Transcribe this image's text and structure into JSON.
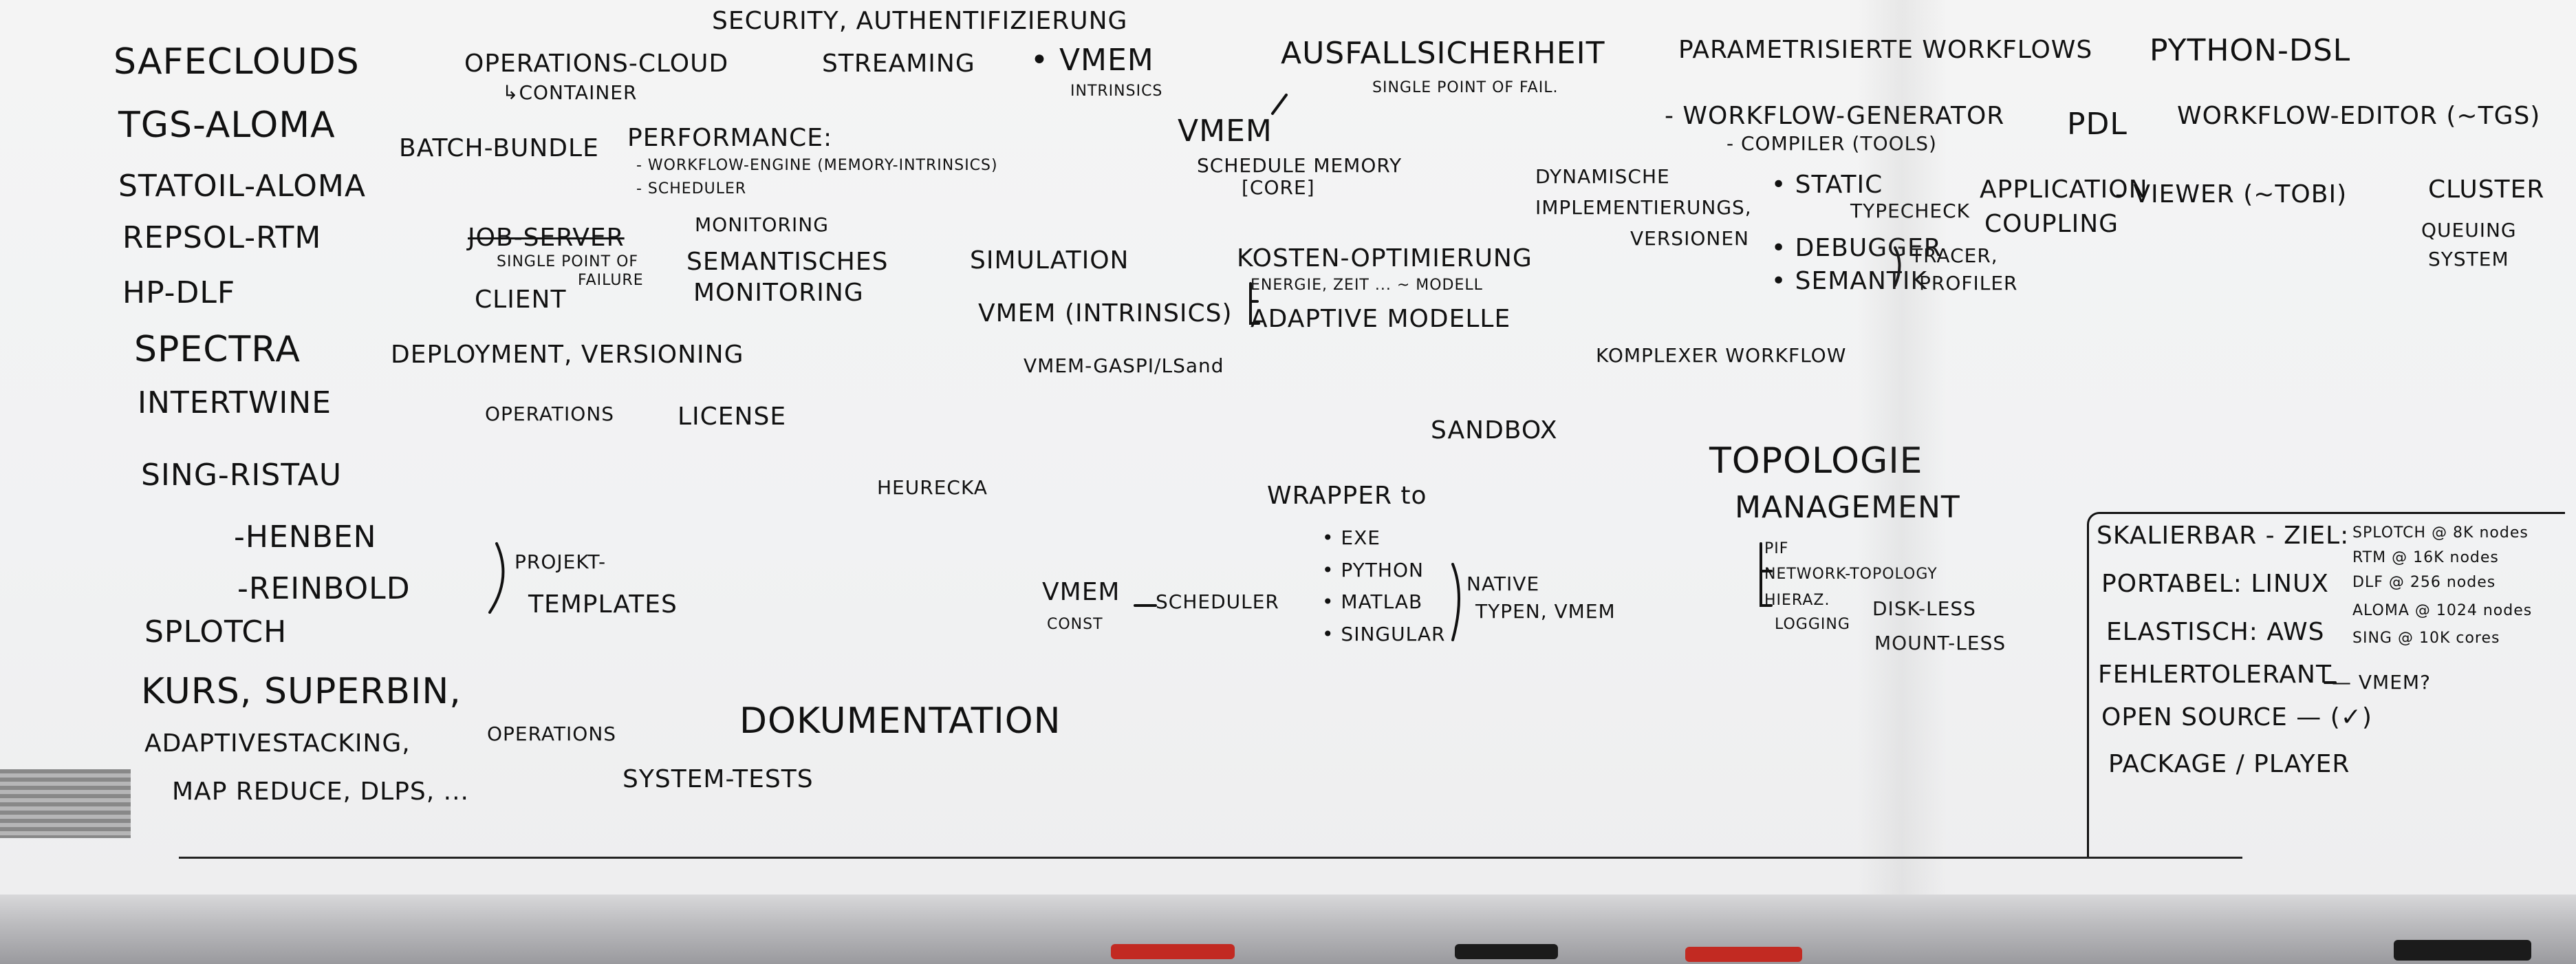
{
  "board": {
    "left_column": {
      "safeclouds": "SAFECLOUDS",
      "tgs_aloma": "TGS-ALOMA",
      "statoil_aloma": "STATOIL-ALOMA",
      "repsol_rtm": "REPSOL-RTM",
      "hp_dlf": "HP-DLF",
      "spectra": "SPECTRA",
      "intertwine": "INTERTWINE",
      "sing_ristau": "SING-RISTAU",
      "henben": "-HENBEN",
      "reinbold": "-REINBOLD",
      "splotch": "SPLOTCH",
      "kurs": "KURS, SUPERBIN,",
      "adaptive": "ADAPTIVESTACKING,",
      "mapreduce": "MAP REDUCE, DLPS, ..."
    },
    "col2": {
      "ops_cloud": "OPERATIONS-CLOUD",
      "container": "↳CONTAINER",
      "batch": "BATCH-BUNDLE",
      "job_server": "JOB-SERVER",
      "single_point": "SINGLE POINT OF",
      "failure": "FAILURE",
      "client": "CLIENT",
      "deployment": "DEPLOYMENT, VERSIONING",
      "operations1": "OPERATIONS",
      "license": "LICENSE",
      "projekt": "PROJEKT-",
      "templates": "TEMPLATES",
      "operations2": "OPERATIONS",
      "system_tests": "SYSTEM-TESTS"
    },
    "col3": {
      "security": "SECURITY, AUTHENTIFIZIERUNG",
      "streaming": "STREAMING",
      "performance": "PERFORMANCE:",
      "workflow_engine": "- WORKFLOW-ENGINE (MEMORY-INTRINSICS)",
      "scheduler": "- SCHEDULER",
      "monitoring": "MONITORING",
      "semantisches": "SEMANTISCHES",
      "monitoring2": "MONITORING",
      "heurekka": "HEURECKA",
      "dokumentation": "DOKUMENTATION"
    },
    "col4": {
      "vmem": "• VMEM",
      "intrinsics": "INTRINSICS",
      "vmem2": "VMEM",
      "schedule_memory": "SCHEDULE MEMORY",
      "core": "[CORE]",
      "simulation": "SIMULATION",
      "vmem_intrinsics": "VMEM (INTRINSICS)",
      "vmem_gaspi": "VMEM-GASPI/LSand",
      "ausfall": "AUSFALLSICHERHEIT",
      "single_point_fail": "SINGLE POINT OF FAIL.",
      "kosten": "KOSTEN-OPTIMIERUNG",
      "energie": "ENERGIE, ZEIT ... ~ MODELL",
      "adaptive_modelle": "ADAPTIVE MODELLE",
      "sandbox": "SANDBOX",
      "wrapper": "WRAPPER to",
      "exe": "• EXE",
      "python": "• PYTHON",
      "matlab": "• MATLAB",
      "singular": "• SINGULAR",
      "native": "NATIVE",
      "typen": "TYPEN, VMEM",
      "vmem_const": "VMEM",
      "const": "CONST",
      "scheduler2": "SCHEDULER"
    },
    "col5": {
      "param": "PARAMETRISIERTE WORKFLOWS",
      "workflow_gen": "- WORKFLOW-GENERATOR",
      "compiler": "- COMPILER (TOOLS)",
      "dynamische": "DYNAMISCHE",
      "impl": "IMPLEMENTIERUNGS,",
      "versionen": "VERSIONEN",
      "static": "• STATIC",
      "typecheck": "TYPECHECK",
      "debugger": "• DEBUGGER",
      "semantik": "• SEMANTIK",
      "tracer": "TRACER,",
      "profiler": "PROFILER",
      "komplexer": "KOMPLEXER WORKFLOW",
      "topologie": "TOPOLOGIE",
      "management": "MANAGEMENT",
      "pif": "PIF",
      "network": "NETWORK-TOPOLOGY",
      "hieraz": "HIERAZ.",
      "logging": "LOGGING",
      "diskless": "DISK-LESS",
      "mountless": "MOUNT-LESS"
    },
    "col6": {
      "python_dsl": "PYTHON-DSL",
      "pdl": "PDL",
      "workflow_editor": "WORKFLOW-EDITOR (~TGS)",
      "application": "APPLICATION",
      "coupling": "COUPLING",
      "viewer": "- VIEWER (~TOBI)",
      "cluster": "CLUSTER",
      "queuing": "QUEUING",
      "system": "SYSTEM"
    },
    "box": {
      "skalierbar": "SKALIERBAR - ZIEL:",
      "portabel": "PORTABEL: LINUX",
      "elastisch": "ELASTISCH: AWS",
      "fehler": "FEHLERTOLERANT",
      "vmem_q": "— VMEM?",
      "opensource": "OPEN SOURCE — (✓)",
      "package": "PACKAGE / PLAYER",
      "z1": "SPLOTCH @ 8K nodes",
      "z2": "RTM @ 16K nodes",
      "z3": "DLF @ 256 nodes",
      "z4": "ALOMA @ 1024 nodes",
      "z5": "SING @ 10K cores"
    }
  },
  "colors": {
    "board": "#f2f2f3",
    "ink": "#111111",
    "tray": "#b0b0b4",
    "marker_red": "#c22a22",
    "marker_black": "#1b1b1b"
  }
}
